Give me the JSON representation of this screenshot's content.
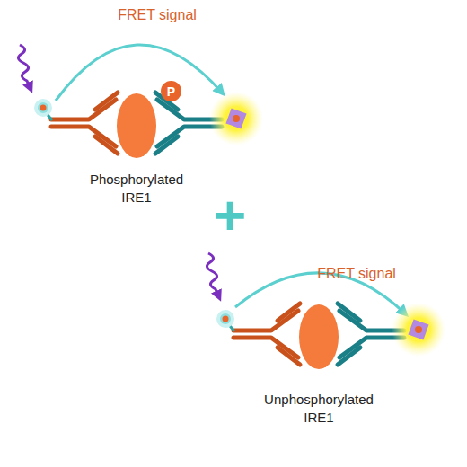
{
  "diagram": {
    "nodes": [
      {
        "text": [
          "Phosphorylated IRE1"
        ]
      },
      {
        "text": [
          "P"
        ]
      },
      {
        "text": [
          "Unphosphorylated IRE1"
        ]
      }
    ],
    "labels": [
      "FRET signal",
      "+",
      "FRET signal"
    ]
  }
}
